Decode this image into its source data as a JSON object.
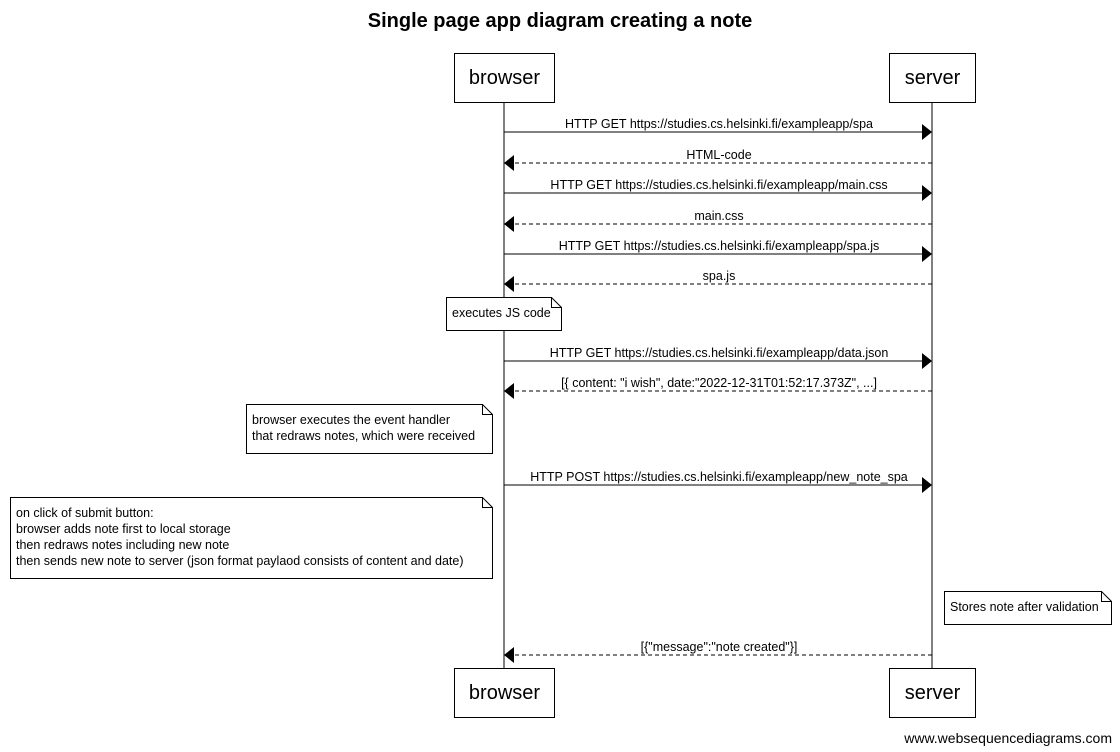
{
  "title": "Single page app diagram creating a note",
  "participants": {
    "browser": "browser",
    "server": "server"
  },
  "messages": [
    {
      "from": "browser",
      "to": "server",
      "style": "solid",
      "label": "HTTP GET https://studies.cs.helsinki.fi/exampleapp/spa"
    },
    {
      "from": "server",
      "to": "browser",
      "style": "dashed",
      "label": "HTML-code"
    },
    {
      "from": "browser",
      "to": "server",
      "style": "solid",
      "label": "HTTP GET https://studies.cs.helsinki.fi/exampleapp/main.css"
    },
    {
      "from": "server",
      "to": "browser",
      "style": "dashed",
      "label": "main.css"
    },
    {
      "from": "browser",
      "to": "server",
      "style": "solid",
      "label": "HTTP GET https://studies.cs.helsinki.fi/exampleapp/spa.js"
    },
    {
      "from": "server",
      "to": "browser",
      "style": "dashed",
      "label": "spa.js"
    },
    {
      "from": "browser",
      "to": "server",
      "style": "solid",
      "label": "HTTP GET https://studies.cs.helsinki.fi/exampleapp/data.json"
    },
    {
      "from": "server",
      "to": "browser",
      "style": "dashed",
      "label": "[{ content: \"i wish\", date:\"2022-12-31T01:52:17.373Z\", ...]"
    },
    {
      "from": "browser",
      "to": "server",
      "style": "solid",
      "label": "HTTP POST https://studies.cs.helsinki.fi/exampleapp/new_note_spa"
    },
    {
      "from": "server",
      "to": "browser",
      "style": "dashed",
      "label": "[{\"message\":\"note created\"}]"
    }
  ],
  "notes": [
    {
      "text": "executes JS code"
    },
    {
      "text": "browser executes the event handler\nthat redraws notes, which were received"
    },
    {
      "text": "on click of submit button:\nbrowser adds note first to local storage\nthen redraws notes including new note\nthen sends new note to server (json format paylaod consists of content and date)"
    },
    {
      "text": "Stores note after validation"
    }
  ],
  "watermark": "www.websequencediagrams.com"
}
